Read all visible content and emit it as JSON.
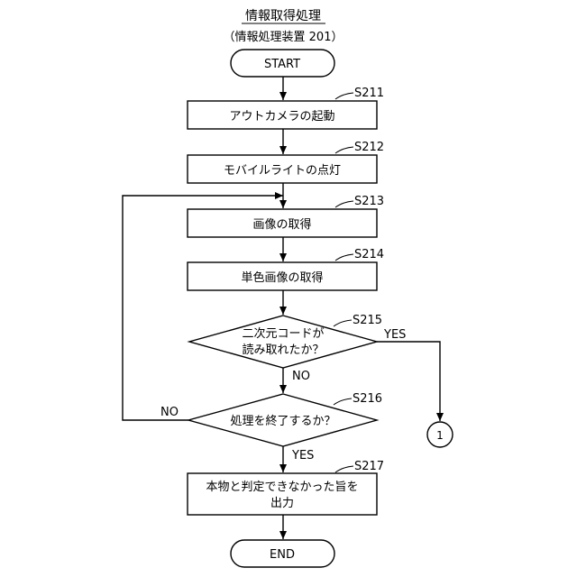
{
  "title": "情報取得処理",
  "subtitle": "（情報処理装置 201）",
  "start_label": "START",
  "end_label": "END",
  "steps": {
    "s211": {
      "id": "S211",
      "text": "アウトカメラの起動"
    },
    "s212": {
      "id": "S212",
      "text": "モバイルライトの点灯"
    },
    "s213": {
      "id": "S213",
      "text": "画像の取得"
    },
    "s214": {
      "id": "S214",
      "text": "単色画像の取得"
    },
    "s217": {
      "id": "S217",
      "line1": "本物と判定できなかった旨を",
      "line2": "出力"
    }
  },
  "decisions": {
    "s215": {
      "id": "S215",
      "line1": "二次元コードが",
      "line2": "読み取れたか？",
      "yes": "YES",
      "no": "NO"
    },
    "s216": {
      "id": "S216",
      "text": "処理を終了するか？",
      "yes": "YES",
      "no": "NO"
    }
  },
  "connector": "1"
}
